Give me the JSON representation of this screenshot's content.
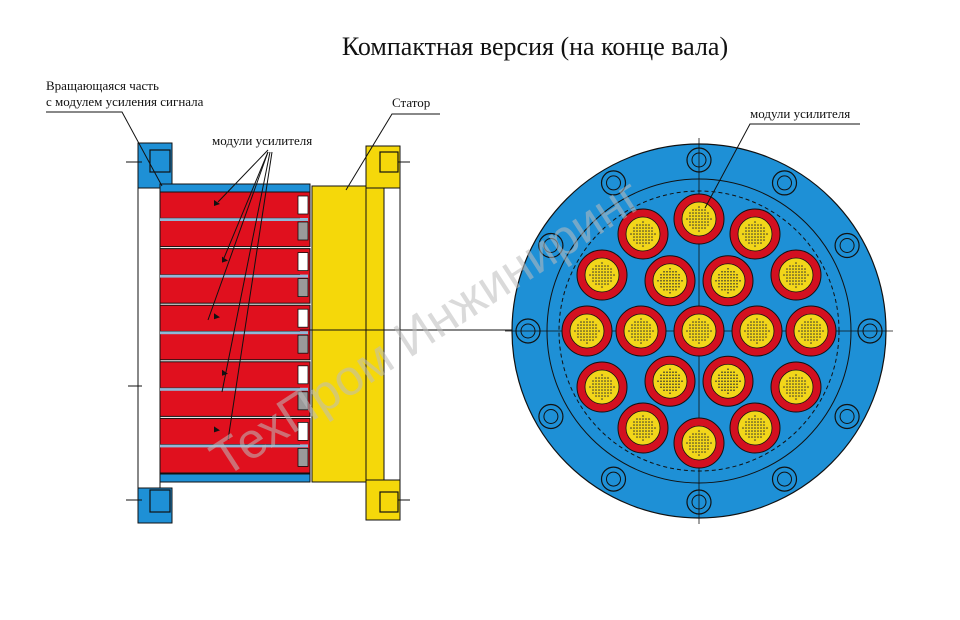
{
  "title": "Компактная версия (на конце вала)",
  "labels": {
    "rotating_part_line1": "Вращающаяся часть",
    "rotating_part_line2": "с модулем усиления сигнала",
    "amplifier_modules_left": "модули усилителя",
    "stator": "Статор",
    "amplifier_modules_right": "модули усилителя"
  },
  "watermark": "ТехПром Инжиниринг",
  "colors": {
    "flange_blue": "#1e90d6",
    "module_red": "#e0101e",
    "stator_yellow": "#f5d80a",
    "module_ring": "#d31020",
    "module_core": "#f2d61a",
    "dots": "#333333",
    "line": "#111111"
  },
  "modules": {
    "side_view_count": 5,
    "end_view_count": 19
  },
  "bolts": {
    "end_view_count": 12
  }
}
